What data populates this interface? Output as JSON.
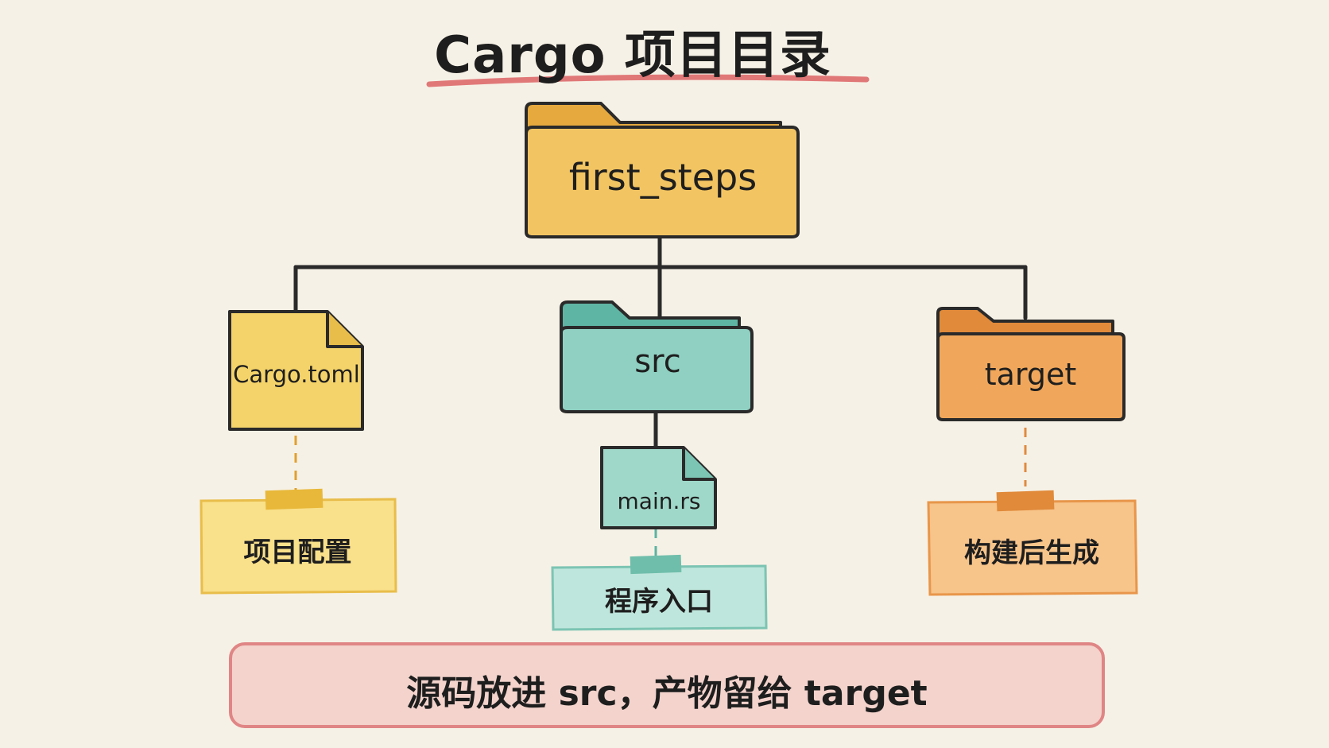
{
  "title": "Cargo 项目目录",
  "root": {
    "label": "first_steps"
  },
  "children": [
    {
      "label": "Cargo.toml",
      "kind": "file",
      "color": "#f4d36a",
      "note": "项目配置",
      "note_color": "#f9e08a"
    },
    {
      "label": "src",
      "kind": "folder",
      "color": "#8fd0c2",
      "note": "程序入口",
      "note_color": "#bfe6dc",
      "children": [
        {
          "label": "main.rs",
          "kind": "file",
          "color": "#9fd8c9"
        }
      ]
    },
    {
      "label": "target",
      "kind": "folder",
      "color": "#f0a75b",
      "note": "构建后生成",
      "note_color": "#f7c48a"
    }
  ],
  "footer": "源码放进 src，产物留给 target",
  "colors": {
    "root_folder": "#f2c462",
    "title_underline": "#e07878",
    "footer_bg": "#f3d3cc",
    "footer_border": "#e08585",
    "line": "#2a2a2a"
  }
}
